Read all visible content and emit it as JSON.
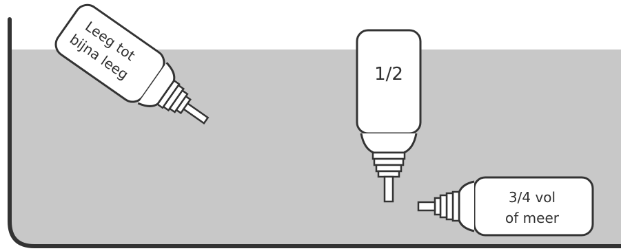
{
  "diagram": {
    "bottles": [
      {
        "id": "empty",
        "label_lines": [
          "Leeg tot",
          "bijna leeg"
        ]
      },
      {
        "id": "half",
        "label_lines": [
          "1/2"
        ]
      },
      {
        "id": "three-quarter",
        "label_lines": [
          "3/4 vol",
          "of meer"
        ]
      }
    ],
    "colors": {
      "liquid": "#c8c8c8",
      "background": "#ffffff",
      "outline": "#333333",
      "bottle_fill": "#ffffff"
    }
  }
}
